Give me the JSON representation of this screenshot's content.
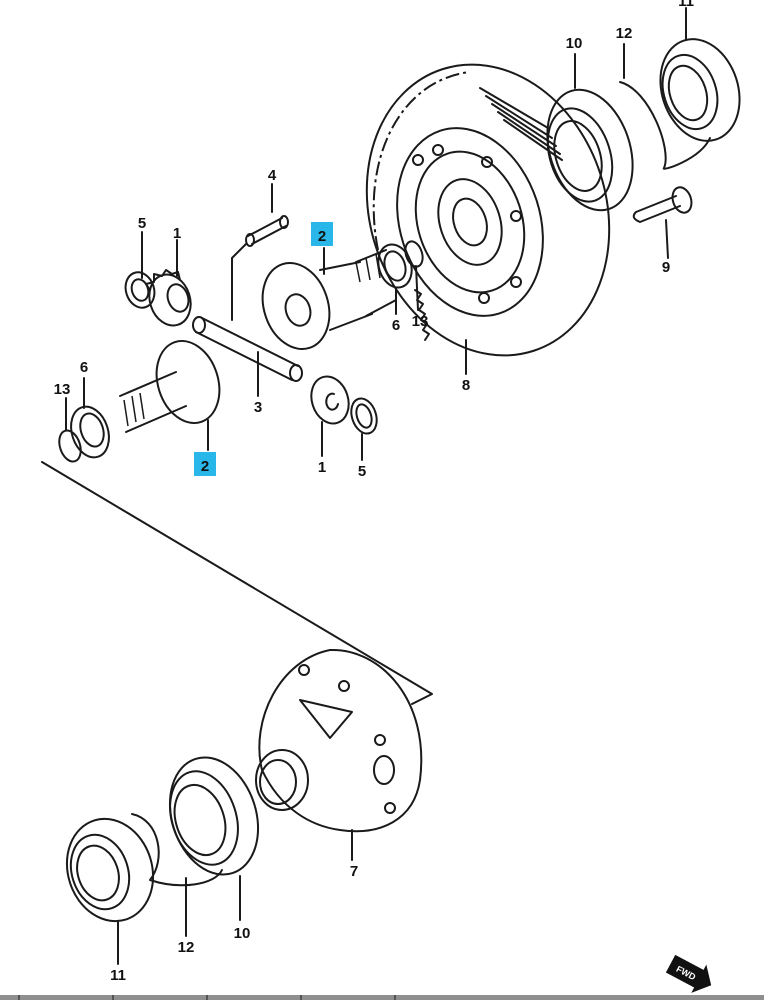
{
  "diagram": {
    "title": "Differential assembly exploded view",
    "callouts": {
      "side_gear_top": "1",
      "side_gear_bottom": "1",
      "diff_gear_upper": "2",
      "diff_gear_lower": "2",
      "shaft": "3",
      "pin": "4",
      "washer_top": "5",
      "washer_bottom": "5",
      "thrust_washer_left": "6",
      "thrust_washer_right": "6",
      "case": "7",
      "ring_gear": "8",
      "bolt": "9",
      "bearing_right": "10",
      "bearing_left": "10",
      "seal_right": "11",
      "seal_left": "11",
      "shim_right": "12",
      "shim_left": "12",
      "snap_ring_left": "13",
      "snap_ring_right": "13"
    },
    "highlight_color": "#29b6e8",
    "direction_badge": "FWD"
  }
}
